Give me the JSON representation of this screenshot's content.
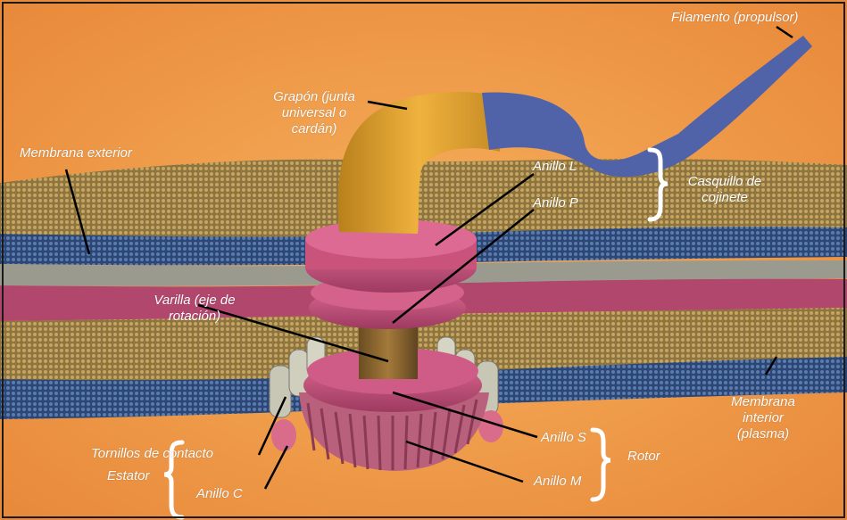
{
  "labels": {
    "filamento": "Filamento (propulsor)",
    "grapon": [
      "Grapón (junta",
      "universal o",
      "cardán)"
    ],
    "membrana_exterior": "Membrana exterior",
    "anillo_l": "Anillo L",
    "anillo_p": "Anillo P",
    "casquillo": [
      "Casquillo de",
      "cojinete"
    ],
    "varilla": [
      "Varilla (eje de",
      "rotación)"
    ],
    "membrana_interior": [
      "Membrana",
      "interior",
      "(plasma)"
    ],
    "anillo_s": "Anillo S",
    "rotor": "Rotor",
    "tornillos": "Tornillos de contacto",
    "estator": "Estator",
    "anillo_c": "Anillo C",
    "anillo_m": "Anillo M"
  },
  "colors": {
    "background": "#f3a24e",
    "outer_membrane": "#a58a4a",
    "blue_layer": "#3d5c8a",
    "pink_layer": "#b2476e",
    "grey_layer": "#9a9a8f",
    "hook": "#d69a2a",
    "filament": "#5063a8",
    "ring": "#c9537a",
    "leader_line": "#000000"
  }
}
